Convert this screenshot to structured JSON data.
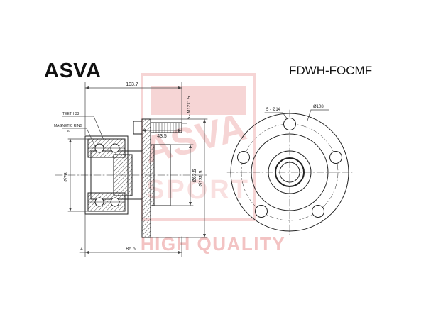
{
  "header": {
    "brand": "ASVA",
    "part_number": "FDWH-FOCMF"
  },
  "watermark": {
    "logo_text": "ASVA",
    "logo_subtext": "SPORT",
    "tagline": "HIGH QUALITY",
    "color": "#f0b3b3"
  },
  "callouts": {
    "teeth": "TEETH 33",
    "magnetic_ring": "MAGNETIC RING",
    "magnetic_ring_sub": "50"
  },
  "dimensions": {
    "overall_length": "103.7",
    "stud_thread": "5 - M12X1.5",
    "stud_offset": "43.5",
    "bearing_dia": "Ø78",
    "pilot_dia": "Ø63.5",
    "flange_dia": "Ø131.5",
    "offset_small": "4",
    "hub_length": "86.6",
    "bolt_holes": "5 - Ø14",
    "pcd": "Ø108"
  },
  "colors": {
    "line": "#222222",
    "dim": "#444444",
    "hatch": "#555555"
  }
}
